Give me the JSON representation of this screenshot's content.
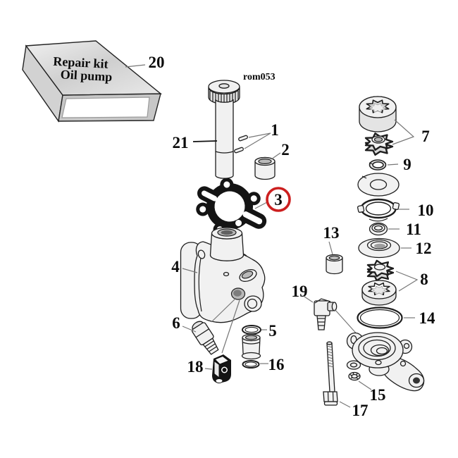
{
  "figure": {
    "drawing_code": "rom053",
    "highlight_color": "#cc1f1f",
    "kit_box": {
      "line1": "Repair kit",
      "line2": "Oil pump"
    },
    "callouts": {
      "1": "1",
      "2": "2",
      "3": "3",
      "4": "4",
      "5": "5",
      "6": "6",
      "7": "7",
      "8": "8",
      "9": "9",
      "10": "10",
      "11": "11",
      "12": "12",
      "13": "13",
      "14": "14",
      "15": "15",
      "16": "16",
      "17": "17",
      "18": "18",
      "19": "19",
      "20": "20",
      "21": "21"
    }
  }
}
